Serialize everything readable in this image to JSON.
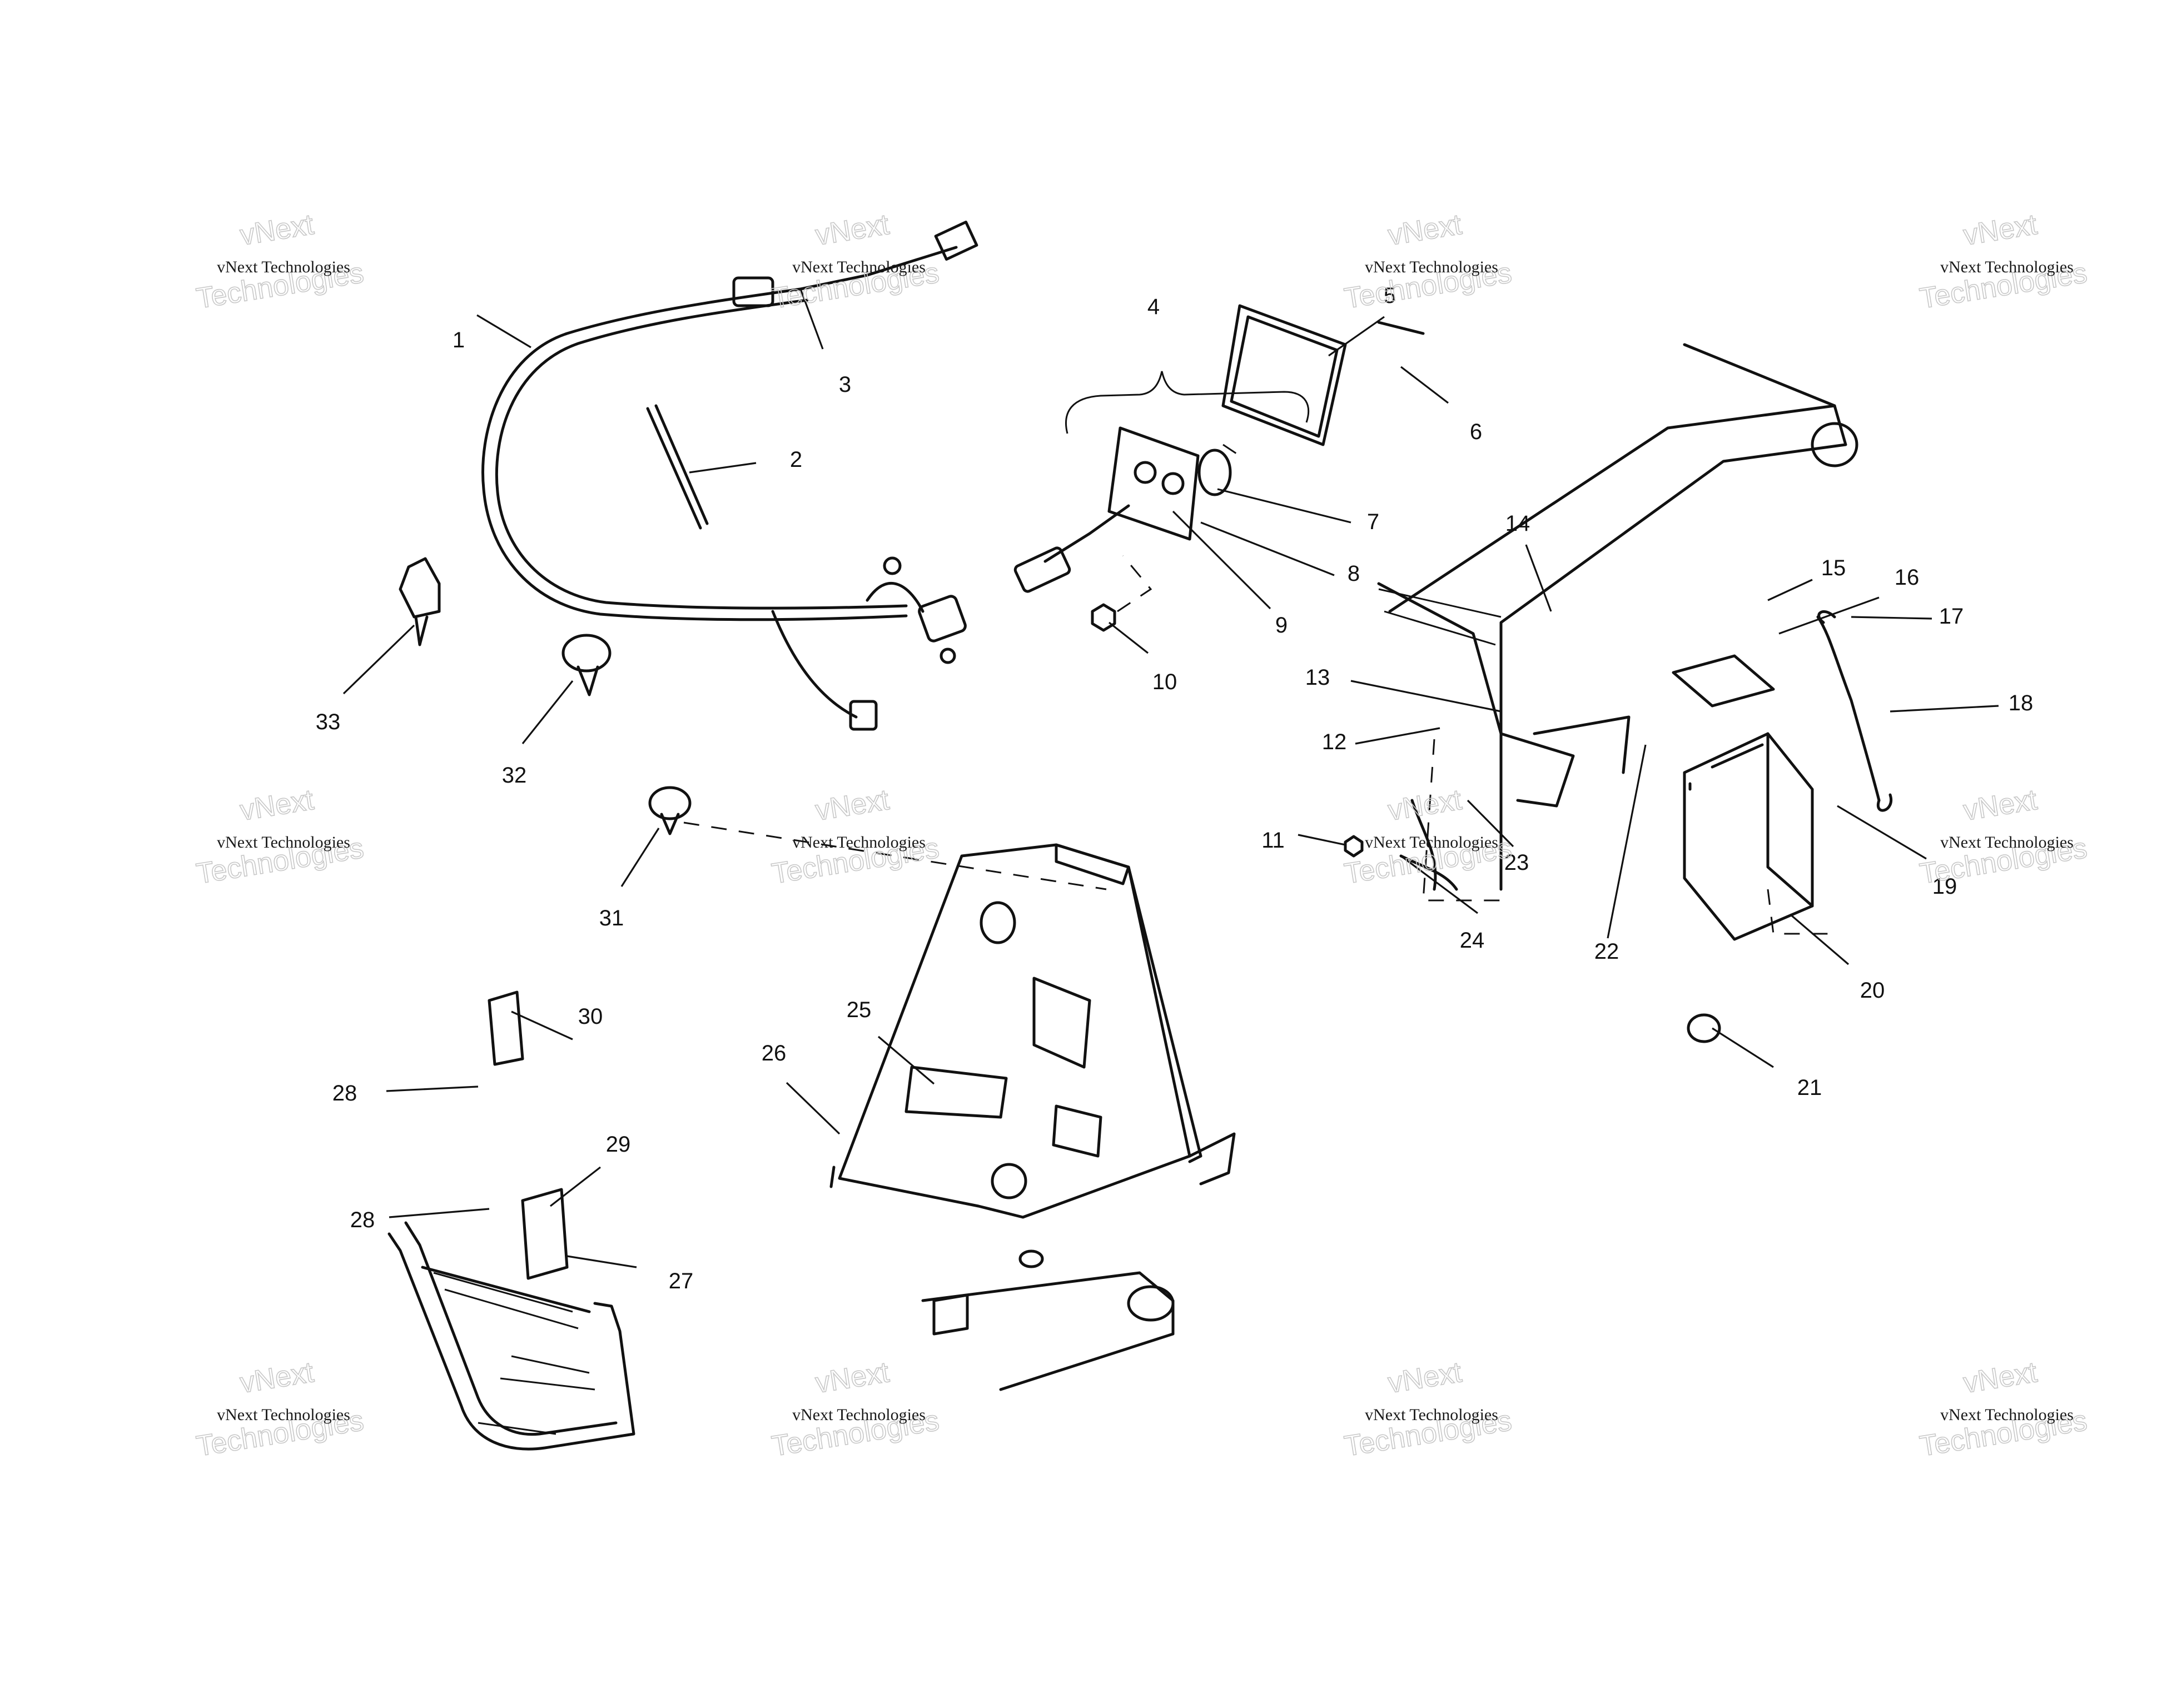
{
  "watermark": {
    "line1": "vNext Technologies",
    "line2": "Technologies",
    "line3": "vNext"
  },
  "callouts": [
    "1",
    "2",
    "3",
    "4",
    "5",
    "6",
    "7",
    "8",
    "9",
    "10",
    "11",
    "12",
    "13",
    "14",
    "15",
    "16",
    "17",
    "18",
    "19",
    "20",
    "21",
    "22",
    "23",
    "24",
    "25",
    "26",
    "27",
    "28",
    "28",
    "29",
    "30",
    "31",
    "32",
    "33"
  ]
}
